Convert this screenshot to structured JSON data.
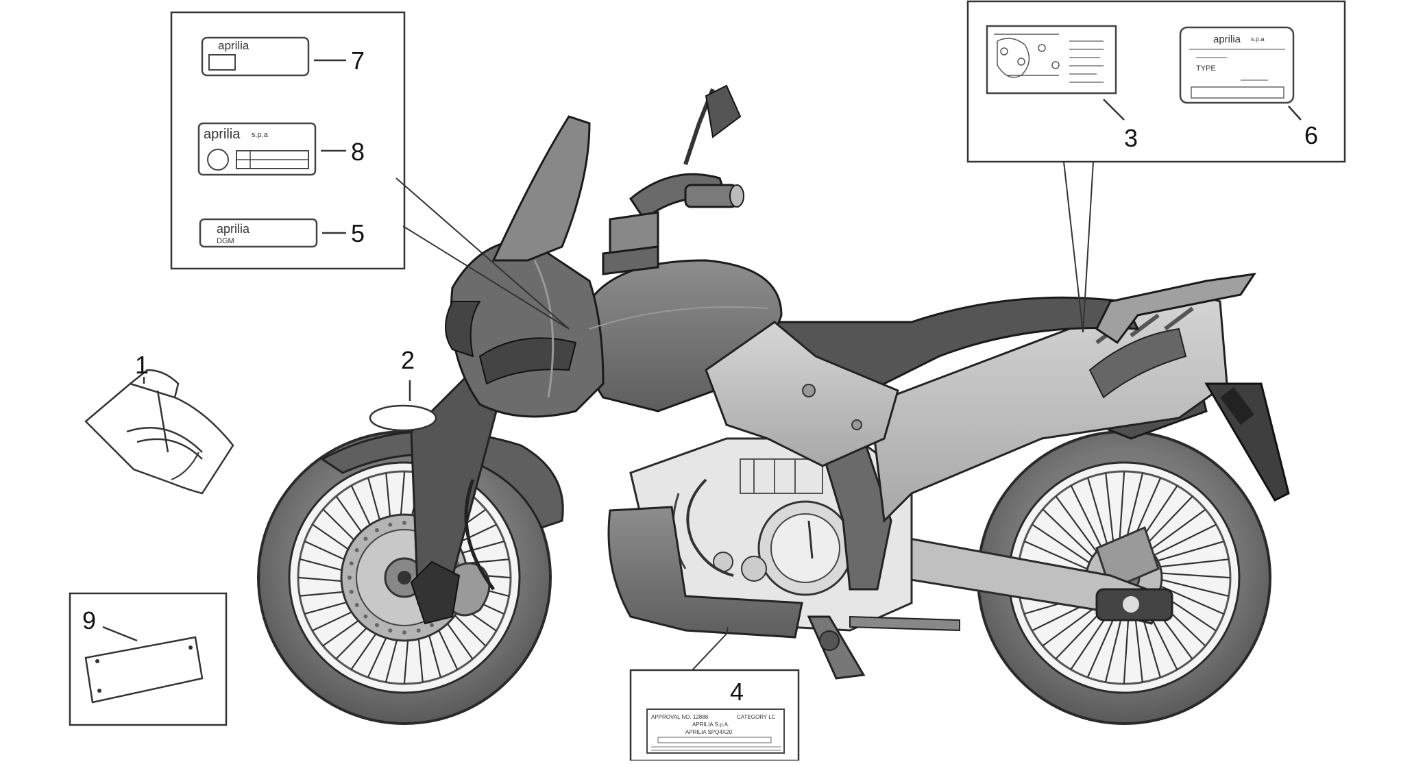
{
  "diagram": {
    "callouts": {
      "c1": "1",
      "c2": "2",
      "c3": "3",
      "c4": "4",
      "c5": "5",
      "c6": "6",
      "c7": "7",
      "c8": "8",
      "c9": "9"
    },
    "decals": {
      "d7_brand": "aprilia",
      "d8_brand": "aprilia",
      "d8_suffix": "s.p.a",
      "d5_brand": "aprilia",
      "d5_sub": "DGM",
      "d6_brand": "aprilia",
      "d6_suffix": "s.p.a",
      "d6_type_line": "TYPE",
      "d4_line1": "APPROVAL NO. 12888",
      "d4_line2": "CATEGORY LC",
      "d4_line3": "APRILIA S.p.A.",
      "d4_line4": "APRILIA SPQ4X20"
    }
  }
}
